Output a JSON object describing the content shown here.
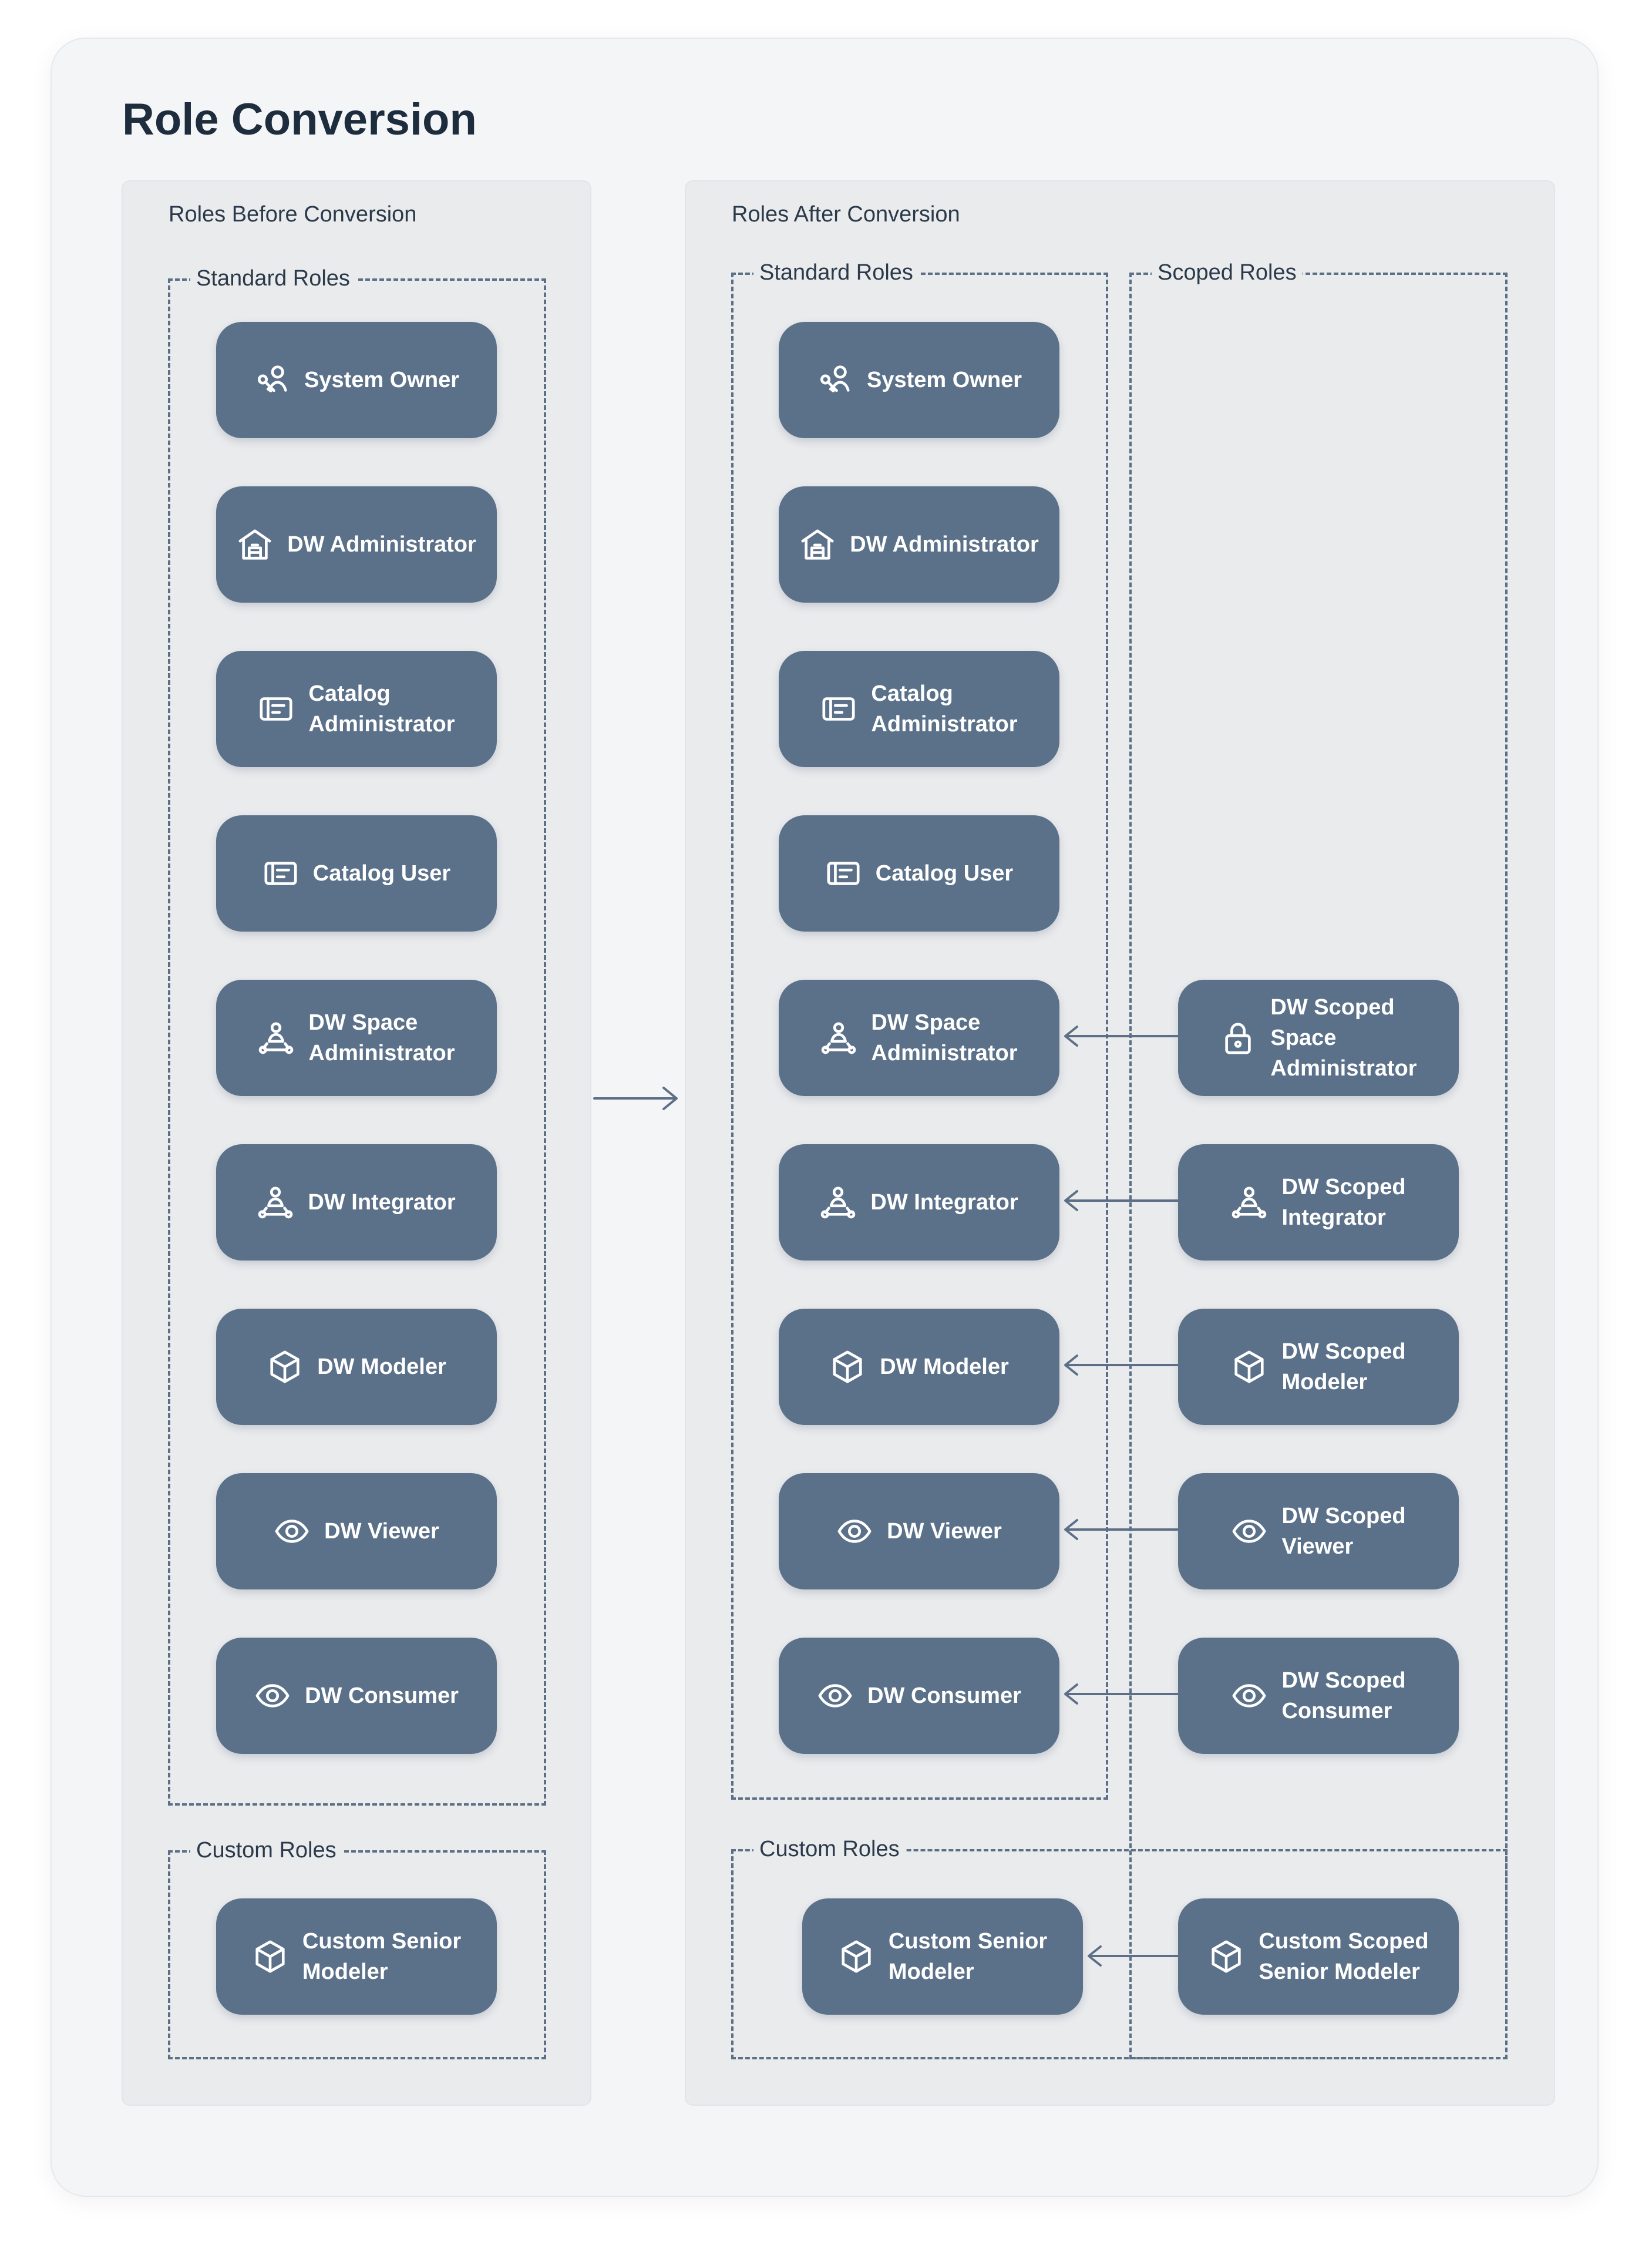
{
  "title": "Role Conversion",
  "colors": {
    "role_fill": "#5b7189",
    "arrow": "#5d6f87",
    "text_dark": "#1d2d3e"
  },
  "before": {
    "label": "Roles Before Conversion",
    "standard_label": "Standard Roles",
    "custom_label": "Custom Roles",
    "standard": [
      {
        "label": "System Owner",
        "icon": "key-person-icon"
      },
      {
        "label": "DW Administrator",
        "icon": "warehouse-icon"
      },
      {
        "label": "Catalog\nAdministrator",
        "icon": "catalog-card-icon"
      },
      {
        "label": "Catalog User",
        "icon": "catalog-card-icon"
      },
      {
        "label": "DW Space\nAdministrator",
        "icon": "network-person-icon"
      },
      {
        "label": "DW Integrator",
        "icon": "network-person-icon"
      },
      {
        "label": "DW Modeler",
        "icon": "cube-icon"
      },
      {
        "label": "DW Viewer",
        "icon": "eye-icon"
      },
      {
        "label": "DW Consumer",
        "icon": "eye-icon"
      }
    ],
    "custom": [
      {
        "label": "Custom Senior\nModeler",
        "icon": "cube-icon"
      }
    ]
  },
  "after": {
    "label": "Roles After Conversion",
    "standard_label": "Standard Roles",
    "scoped_label": "Scoped Roles",
    "custom_label": "Custom Roles",
    "standard": [
      {
        "label": "System Owner",
        "icon": "key-person-icon"
      },
      {
        "label": "DW Administrator",
        "icon": "warehouse-icon"
      },
      {
        "label": "Catalog\nAdministrator",
        "icon": "catalog-card-icon"
      },
      {
        "label": "Catalog User",
        "icon": "catalog-card-icon"
      },
      {
        "label": "DW Space\nAdministrator",
        "icon": "network-person-icon"
      },
      {
        "label": "DW Integrator",
        "icon": "network-person-icon"
      },
      {
        "label": "DW Modeler",
        "icon": "cube-icon"
      },
      {
        "label": "DW Viewer",
        "icon": "eye-icon"
      },
      {
        "label": "DW Consumer",
        "icon": "eye-icon"
      }
    ],
    "scoped": [
      {
        "label": "DW Scoped\nSpace\nAdministrator",
        "icon": "lock-icon"
      },
      {
        "label": "DW Scoped\nIntegrator",
        "icon": "network-person-icon"
      },
      {
        "label": "DW Scoped\nModeler",
        "icon": "cube-icon"
      },
      {
        "label": "DW Scoped\nViewer",
        "icon": "eye-icon"
      },
      {
        "label": "DW Scoped\nConsumer",
        "icon": "eye-icon"
      }
    ],
    "custom": [
      {
        "label": "Custom Senior\nModeler",
        "icon": "cube-icon"
      }
    ],
    "custom_scoped": [
      {
        "label": "Custom Scoped\nSenior Modeler",
        "icon": "cube-icon"
      }
    ]
  }
}
